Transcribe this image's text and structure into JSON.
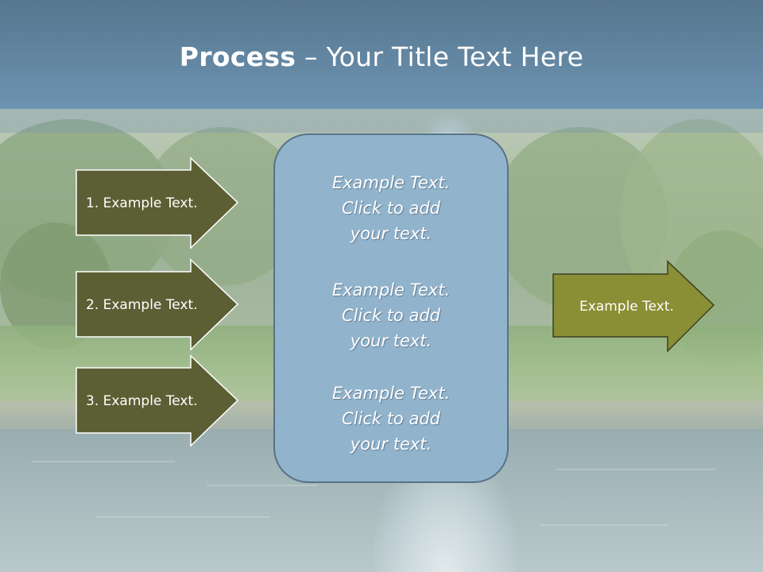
{
  "title": {
    "bold": "Process",
    "rest": " – Your Title Text Here"
  },
  "left_steps": [
    {
      "label": "1. Example Text."
    },
    {
      "label": "2. Example Text."
    },
    {
      "label": "3. Example Text."
    }
  ],
  "panel": {
    "blocks": [
      {
        "lines": [
          "Example Text.",
          "Click  to add",
          "your text."
        ]
      },
      {
        "lines": [
          "Example Text.",
          "Click  to add",
          "your text."
        ]
      },
      {
        "lines": [
          "Example Text.",
          "Click  to add",
          "your text."
        ]
      }
    ]
  },
  "result_arrow": {
    "label": "Example Text."
  },
  "colors": {
    "title_bar": "#6d93b1",
    "step_arrow_fill": "#5c5f34",
    "result_arrow_fill": "#8a8e35",
    "panel_fill": "#91b3cc"
  }
}
